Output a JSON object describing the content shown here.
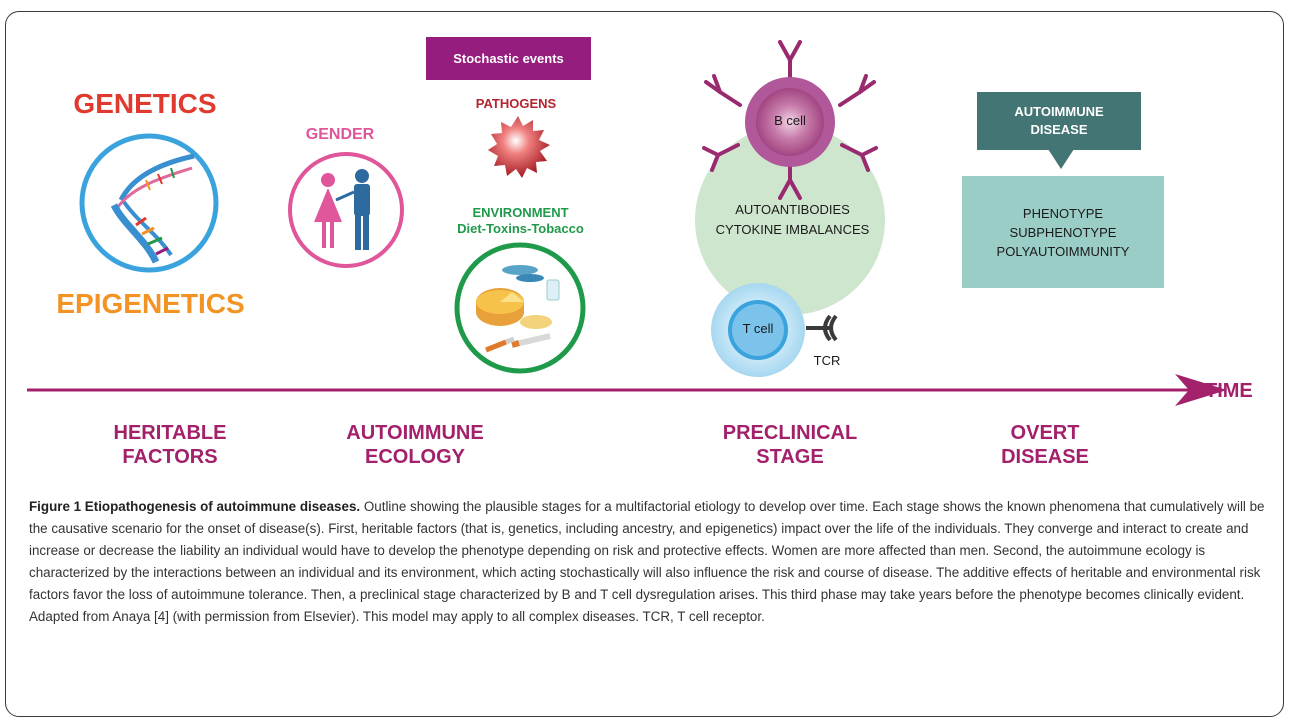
{
  "figure": {
    "genetics": "GENETICS",
    "epigenetics": "EPIGENETICS",
    "gender": "GENDER",
    "stochastic_events": "Stochastic events",
    "pathogens": "PATHOGENS",
    "environment_title": "ENVIRONMENT",
    "environment_sub": "Diet-Toxins-Tobacco",
    "b_cell": "B cell",
    "t_cell": "T cell",
    "tcr": "TCR",
    "preclinical_text": "AUTOANTIBODIES\nCYTOKINE IMBALANCES",
    "autoimmune_disease_box": "AUTOIMMUNE\nDISEASE",
    "phenotype_box": "PHENOTYPE\nSUBPHENOTYPE\nPOLYAUTOIMMUNITY",
    "time": "TIME",
    "stages": [
      "HERITABLE\nFACTORS",
      "AUTOIMMUNE\nECOLOGY",
      "PRECLINICAL\nSTAGE",
      "OVERT\nDISEASE"
    ]
  },
  "colors": {
    "genetics_red": "#e03a2f",
    "epigenetics_orange": "#f39323",
    "gender_pink": "#e0569a",
    "pathogen_red": "#b32430",
    "environment_green": "#1f9a4a",
    "magenta": "#a3206b",
    "blue_circle": "#3aa3dd"
  },
  "caption": {
    "title": "Figure 1 Etiopathogenesis of autoimmune diseases.",
    "body": "Outline showing the plausible stages for a multifactorial etiology to develop over time. Each stage shows the known phenomena that cumulatively will be the causative scenario for the onset of disease(s). First, heritable factors (that is, genetics, including ancestry, and epigenetics) impact over the life of the individuals. They converge and interact to create and increase or decrease the liability an individual would have to develop the phenotype depending on risk and protective effects. Women are more affected than men. Second, the autoimmune ecology is characterized by the interactions between an individual and its environment, which acting stochastically will also influence the risk and course of disease. The additive effects of heritable and environmental risk factors favor the loss of autoimmune tolerance. Then, a preclinical stage characterized by B and T cell dysregulation arises. This third phase may take years before the phenotype becomes clinically evident. Adapted from Anaya [4] (with permission from Elsevier). This model may apply to all complex diseases. TCR, T cell receptor."
  }
}
